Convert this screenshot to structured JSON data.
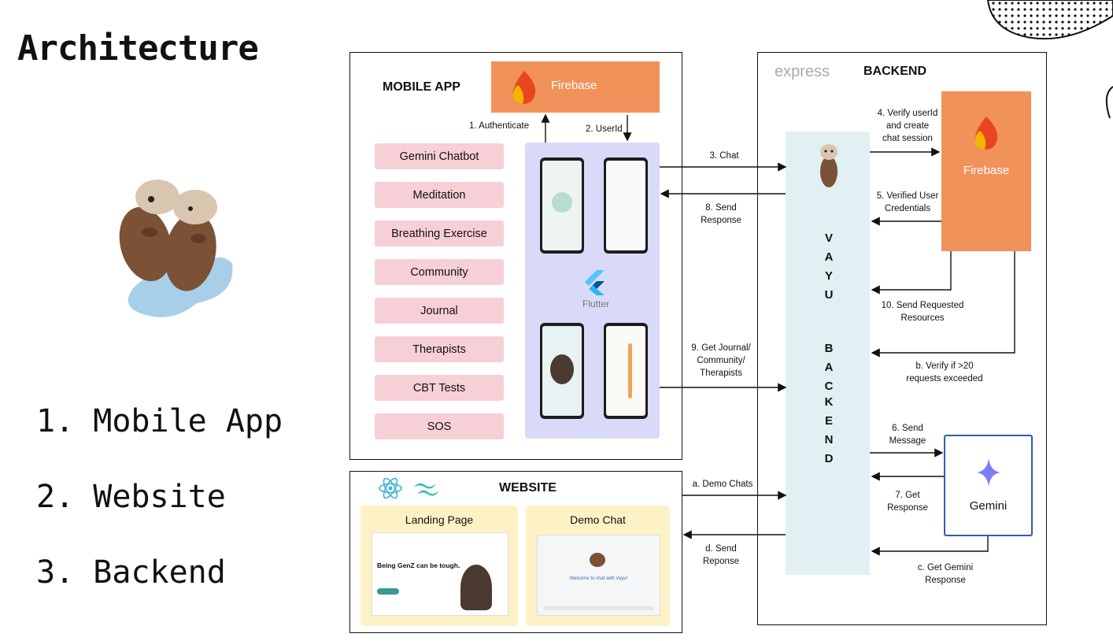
{
  "title": "Architecture",
  "overview": [
    "1. Mobile App",
    "2. Website",
    "3. Backend"
  ],
  "mobile": {
    "heading": "MOBILE APP",
    "firebase_label": "Firebase",
    "features": [
      "Gemini Chatbot",
      "Meditation",
      "Breathing Exercise",
      "Community",
      "Journal",
      "Therapists",
      "CBT Tests",
      "SOS"
    ],
    "flutter_label": "Flutter",
    "authenticate_label": "1.  Authenticate",
    "userid_label": "2. UserId"
  },
  "website": {
    "heading": "WEBSITE",
    "landing_title": "Landing Page",
    "landing_headline": "Being GenZ can be tough.",
    "demo_title": "Demo Chat",
    "demo_welcome": "Welcome to chat with Vayu!"
  },
  "backend": {
    "express_label": "express",
    "heading": "BACKEND",
    "firebase_label": "Firebase",
    "gemini_label": "Gemini",
    "vertical_letters": [
      "V",
      "A",
      "Y",
      "U",
      "",
      "B",
      "A",
      "C",
      "K",
      "E",
      "N",
      "D"
    ]
  },
  "flows": {
    "chat": "3. Chat",
    "send_response": "8. Send\nResponse",
    "get_journal": "9. Get Journal/\nCommunity/\nTherapists",
    "demo_chats": "a. Demo Chats",
    "send_reponse_demo": "d. Send\nReponse",
    "verify_userid": "4. Verify userId\nand create\nchat session",
    "verified_credentials": "5. Verified User\nCredentials",
    "send_requested": "10. Send Requested\nResources",
    "verify_limit": "b. Verify if >20\nrequests exceeded",
    "send_message": "6. Send\nMessage",
    "get_response": "7. Get\nResponse",
    "get_gemini_response": "c. Get Gemini\nResponse"
  },
  "colors": {
    "firebase_orange": "#f0925a",
    "feature_pink": "#f7cfd6",
    "flutter_lavender": "#d9daf8",
    "backend_teal": "#e1f1f3",
    "website_yellow": "#fcf2c6",
    "gemini_blue": "#2f5ea8"
  }
}
